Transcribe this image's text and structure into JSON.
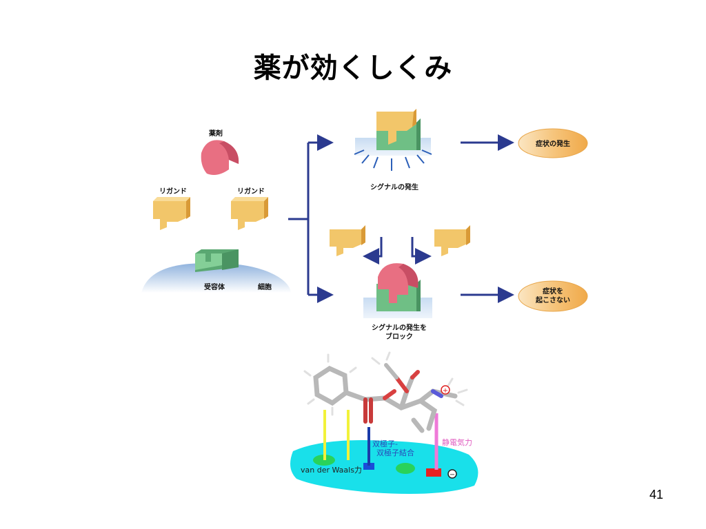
{
  "slide": {
    "title": "薬が効くしくみ",
    "page_number": "41"
  },
  "diagram": {
    "drug_label": "薬剤",
    "ligand_left_label": "リガンド",
    "ligand_right_label": "リガンド",
    "receptor_label": "受容体",
    "cell_label": "細胞",
    "signal_label": "シグナルの発生",
    "symptom_label": "症状の発生",
    "block_label_line1": "シグナルの発生を",
    "block_label_line2": "ブロック",
    "no_symptom_line1": "症状を",
    "no_symptom_line2": "起こさない"
  },
  "molecule": {
    "dipole_line1": "双極子-",
    "dipole_line2": "双極子結合",
    "electrostatic_label": "静電気力",
    "vdw_label": "van der Waals力",
    "plus_sign": "+",
    "minus_sign": "−"
  },
  "colors": {
    "ligand": "#f2c66a",
    "receptor": "#6fbf85",
    "drug": "#e86f82",
    "arrow": "#2b3a8f",
    "oval": "#f6c57d",
    "binding_site": "#19e0ea"
  }
}
